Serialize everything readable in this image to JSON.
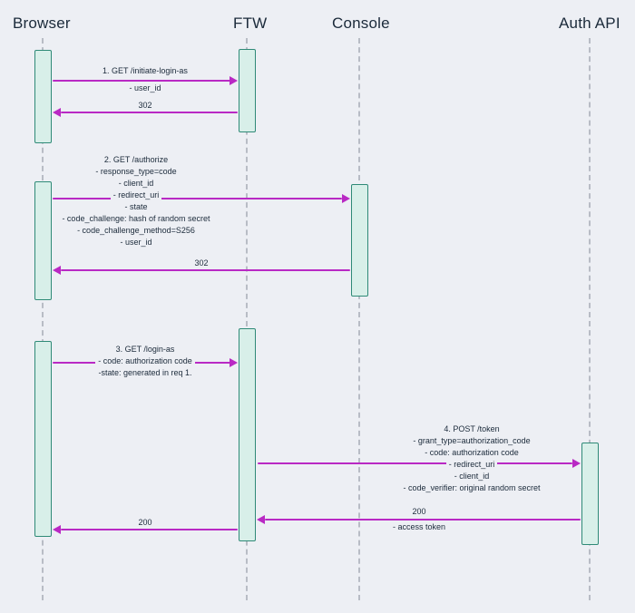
{
  "diagram": {
    "type": "sequence-diagram",
    "actors": [
      {
        "label": "Browser"
      },
      {
        "label": "FTW"
      },
      {
        "label": "Console"
      },
      {
        "label": "Auth API"
      }
    ],
    "colors": {
      "background": "#edeff4",
      "activation_fill": "#d8efe9",
      "activation_border": "#2f8a77",
      "arrow": "#b929c4",
      "text": "#1b2a3a",
      "lifeline": "#b8bcc5"
    },
    "messages": [
      {
        "from": "Browser",
        "to": "FTW",
        "lines": [
          "1. GET /initiate-login-as",
          "- user_id"
        ]
      },
      {
        "from": "FTW",
        "to": "Browser",
        "lines": [
          "302"
        ]
      },
      {
        "from": "Browser",
        "to": "Console",
        "lines": [
          "2. GET /authorize",
          "- response_type=code",
          "- client_id",
          "- redirect_uri",
          "- state",
          "- code_challenge: hash of random secret",
          "- code_challenge_method=S256",
          "- user_id"
        ]
      },
      {
        "from": "Console",
        "to": "Browser",
        "lines": [
          "302"
        ]
      },
      {
        "from": "Browser",
        "to": "FTW",
        "lines": [
          "3. GET /login-as",
          "- code: authorization code",
          "-state: generated in req 1."
        ]
      },
      {
        "from": "FTW",
        "to": "Auth API",
        "lines": [
          "4. POST /token",
          "- grant_type=authorization_code",
          "- code: authorization code",
          "- redirect_uri",
          "- client_id",
          "- code_verifier: original random secret"
        ]
      },
      {
        "from": "Auth API",
        "to": "FTW",
        "lines": [
          "200",
          "- access token"
        ]
      },
      {
        "from": "FTW",
        "to": "Browser",
        "lines": [
          "200"
        ]
      }
    ]
  }
}
